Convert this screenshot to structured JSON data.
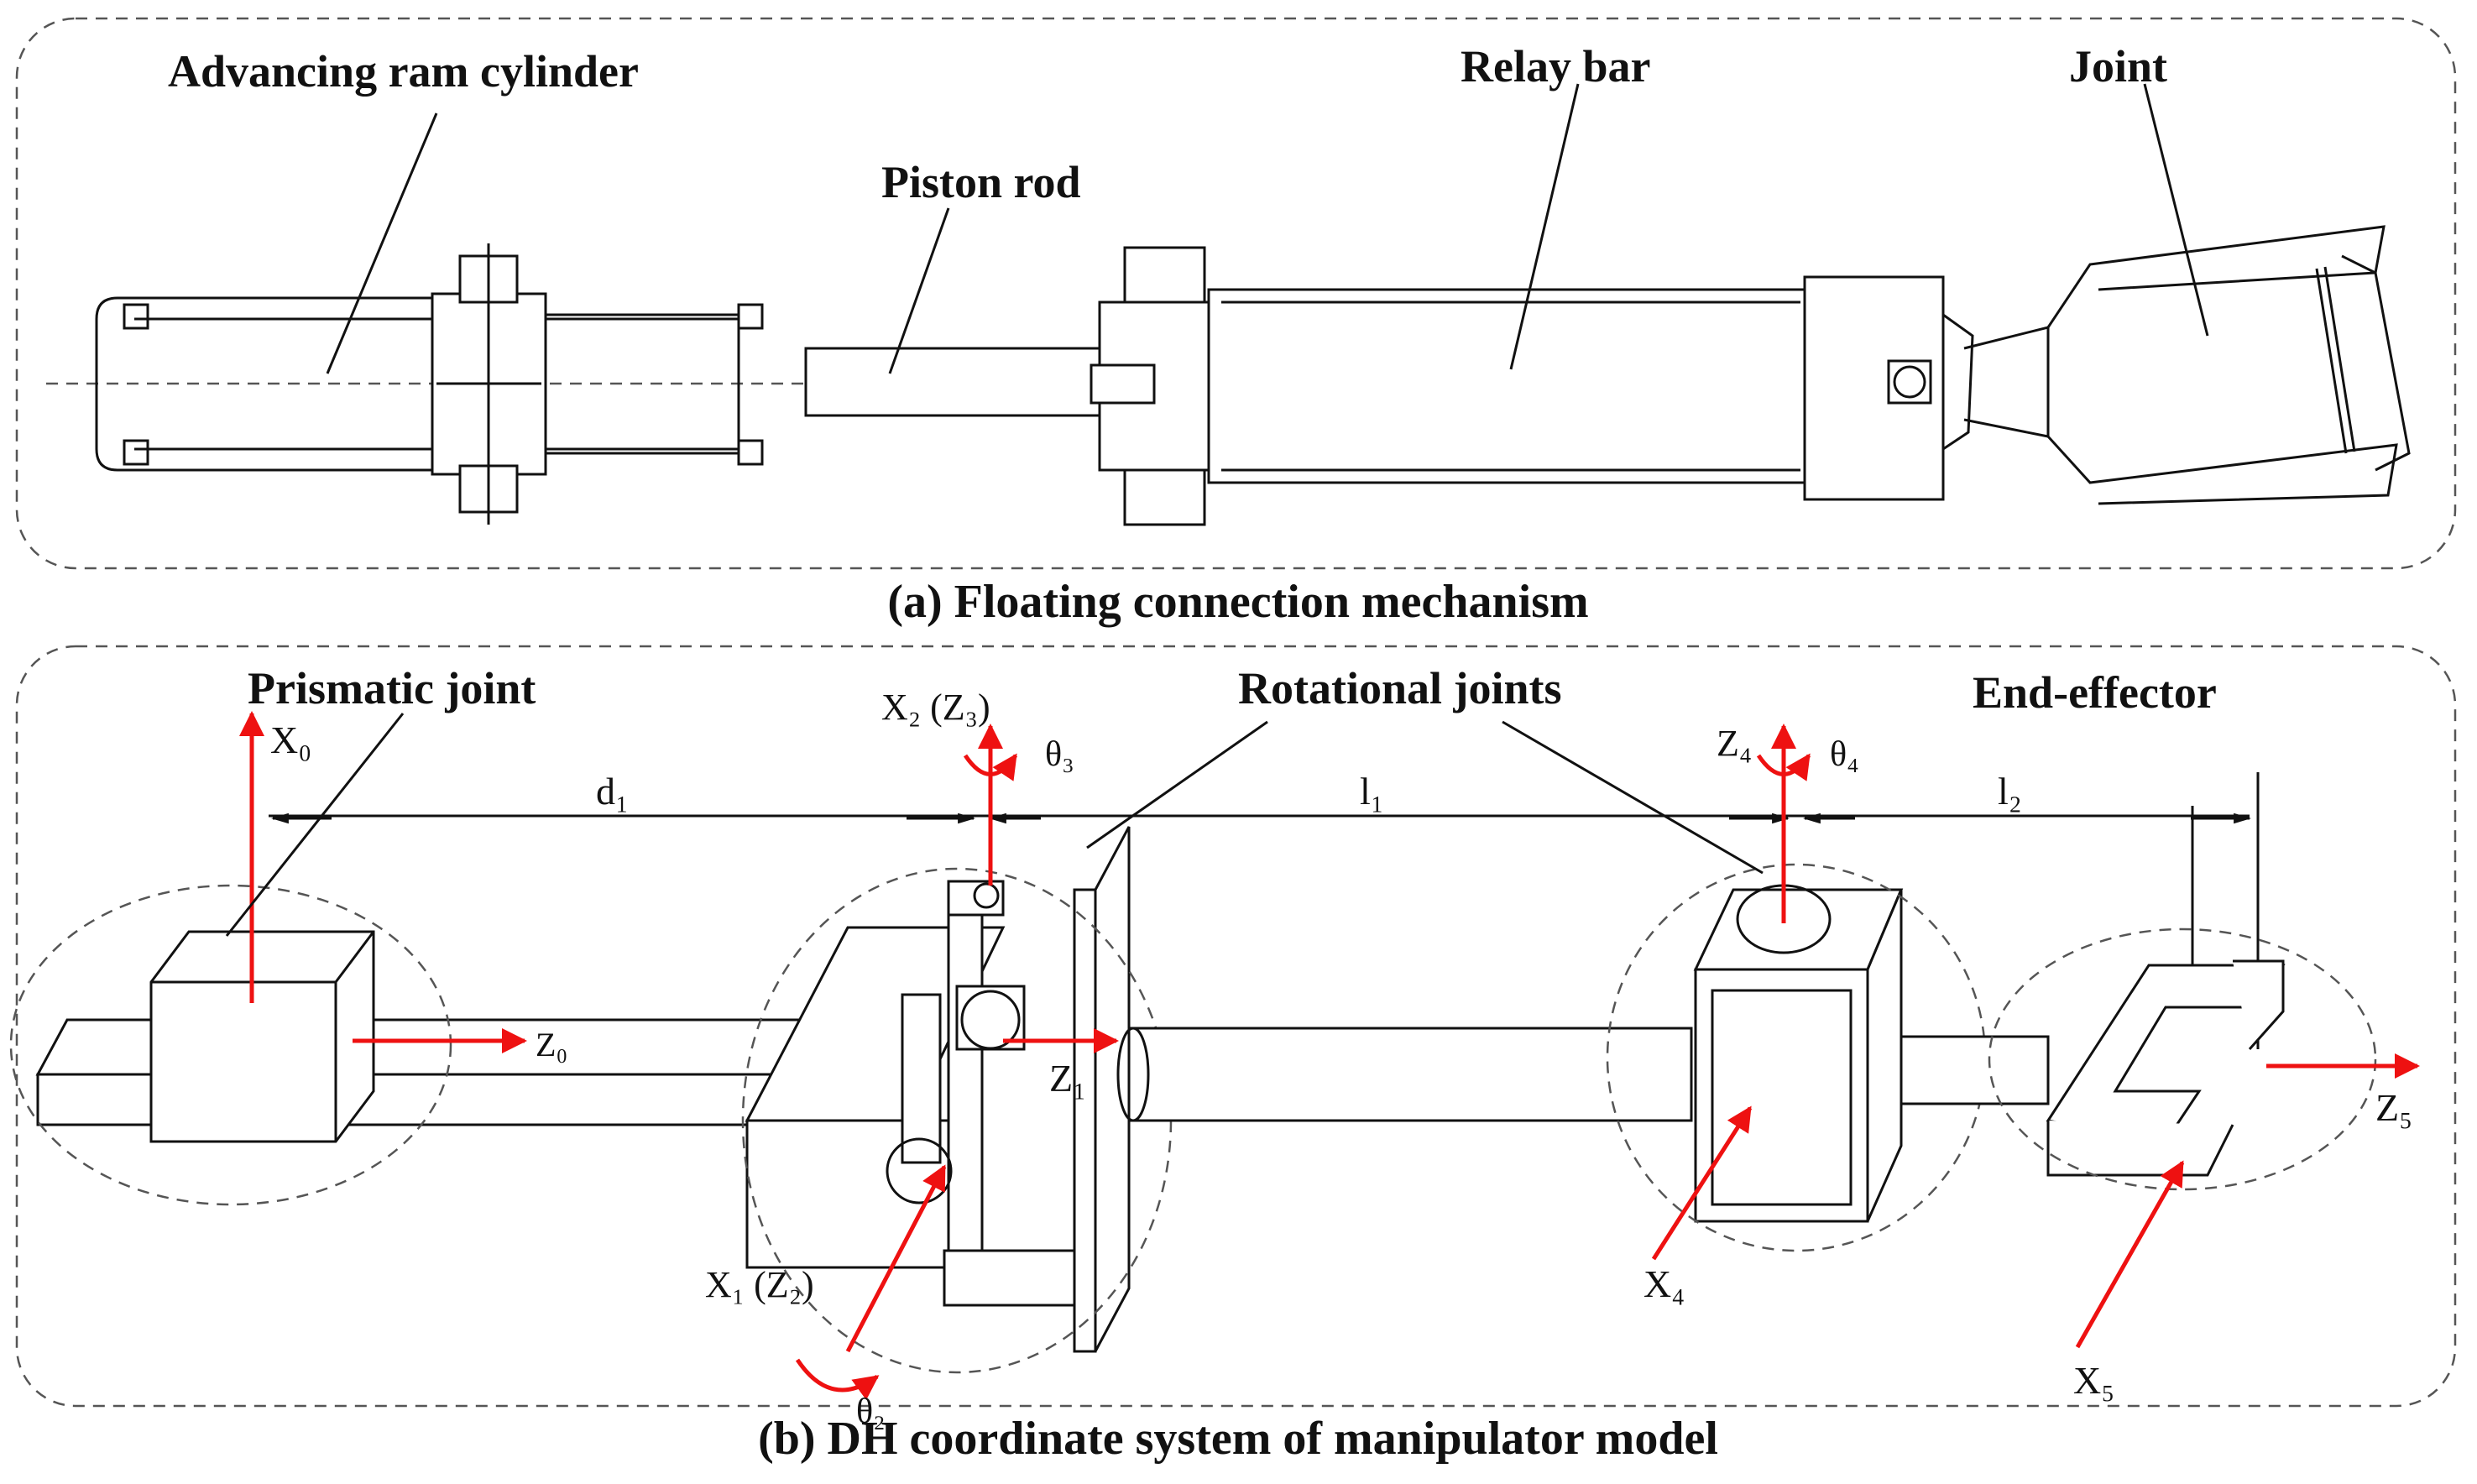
{
  "panel_a": {
    "caption": "(a)  Floating connection mechanism",
    "labels": {
      "advancing_ram_cylinder": "Advancing ram cylinder",
      "piston_rod": "Piston rod",
      "relay_bar": "Relay bar",
      "joint": "Joint"
    }
  },
  "panel_b": {
    "caption": "(b) DH coordinate system of manipulator model",
    "labels": {
      "prismatic_joint": "Prismatic joint",
      "rotational_joints": "Rotational joints",
      "end_effector": "End-effector"
    },
    "symbols": {
      "x0": "X₀",
      "z0": "Z₀",
      "d1": "d₁",
      "x2z3": "X₂ (Z₃)",
      "theta3": "θ₃",
      "z1": "Z₁",
      "x1z2": "X₁ (Z₂)",
      "theta2": "θ₂",
      "l1": "l₁",
      "z4": "Z₄",
      "theta4": "θ₄",
      "x4": "X₄",
      "l2": "l₂",
      "z5": "Z₅",
      "x5": "X₅"
    }
  },
  "colors": {
    "axis": "#e11111",
    "line": "#111111",
    "dashed": "#555555"
  }
}
